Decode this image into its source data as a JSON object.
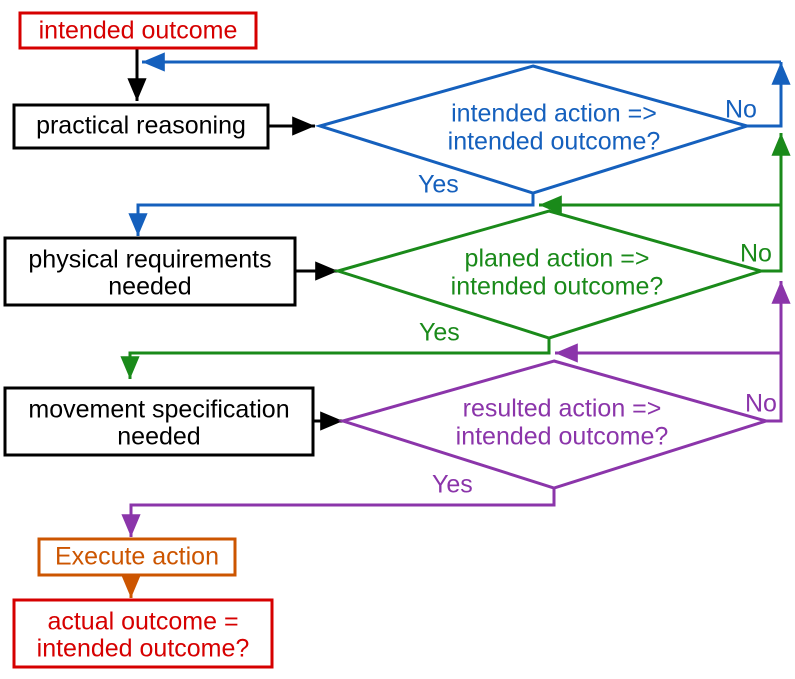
{
  "diagram": {
    "title": "action-outcome verification loop flowchart",
    "colors": {
      "red": "#d60000",
      "black": "#000000",
      "blue": "#1560bd",
      "green": "#1a8a1a",
      "purple": "#8b35aa",
      "orange": "#cc5500",
      "background": "#ffffff"
    },
    "nodes": [
      {
        "id": "intended-outcome",
        "kind": "box",
        "line1": "intended outcome",
        "line2": "",
        "color": "#d60000"
      },
      {
        "id": "practical-reasoning",
        "kind": "box",
        "line1": "practical reasoning",
        "line2": "",
        "color": "#000000"
      },
      {
        "id": "physical-requirements",
        "kind": "box",
        "line1": "physical requirements",
        "line2": "needed",
        "color": "#000000"
      },
      {
        "id": "movement-specification",
        "kind": "box",
        "line1": "movement specification",
        "line2": "needed",
        "color": "#000000"
      },
      {
        "id": "execute-action",
        "kind": "box",
        "line1": "Execute action",
        "line2": "",
        "color": "#cc5500"
      },
      {
        "id": "actual-outcome",
        "kind": "box",
        "line1": "actual outcome =",
        "line2": "intended outcome?",
        "color": "#d60000"
      }
    ],
    "decisions": [
      {
        "id": "decision-intended-action",
        "line1": "intended action =>",
        "line2": "intended outcome?",
        "color": "#1560bd",
        "yes_label": "Yes",
        "no_label": "No"
      },
      {
        "id": "decision-planed-action",
        "line1": "planed action =>",
        "line2": "intended outcome?",
        "color": "#1a8a1a",
        "yes_label": "Yes",
        "no_label": "No"
      },
      {
        "id": "decision-resulted-action",
        "line1": "resulted action =>",
        "line2": "intended outcome?",
        "color": "#8b35aa",
        "yes_label": "Yes",
        "no_label": "No"
      }
    ]
  }
}
